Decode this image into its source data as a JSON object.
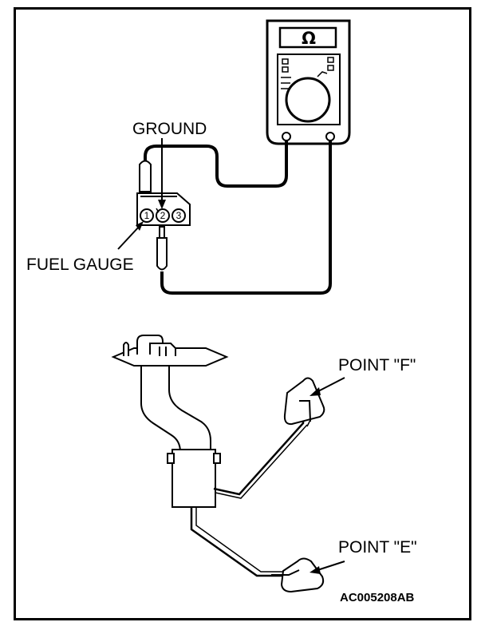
{
  "meter": {
    "symbol": "Ω"
  },
  "connector": {
    "pins": [
      "1",
      "2",
      "3"
    ]
  },
  "labels": {
    "ground": "GROUND",
    "fuel_gauge": "FUEL GAUGE",
    "point_f": "POINT \"F\"",
    "point_e": "POINT \"E\""
  },
  "figure_code": "AC005208AB"
}
